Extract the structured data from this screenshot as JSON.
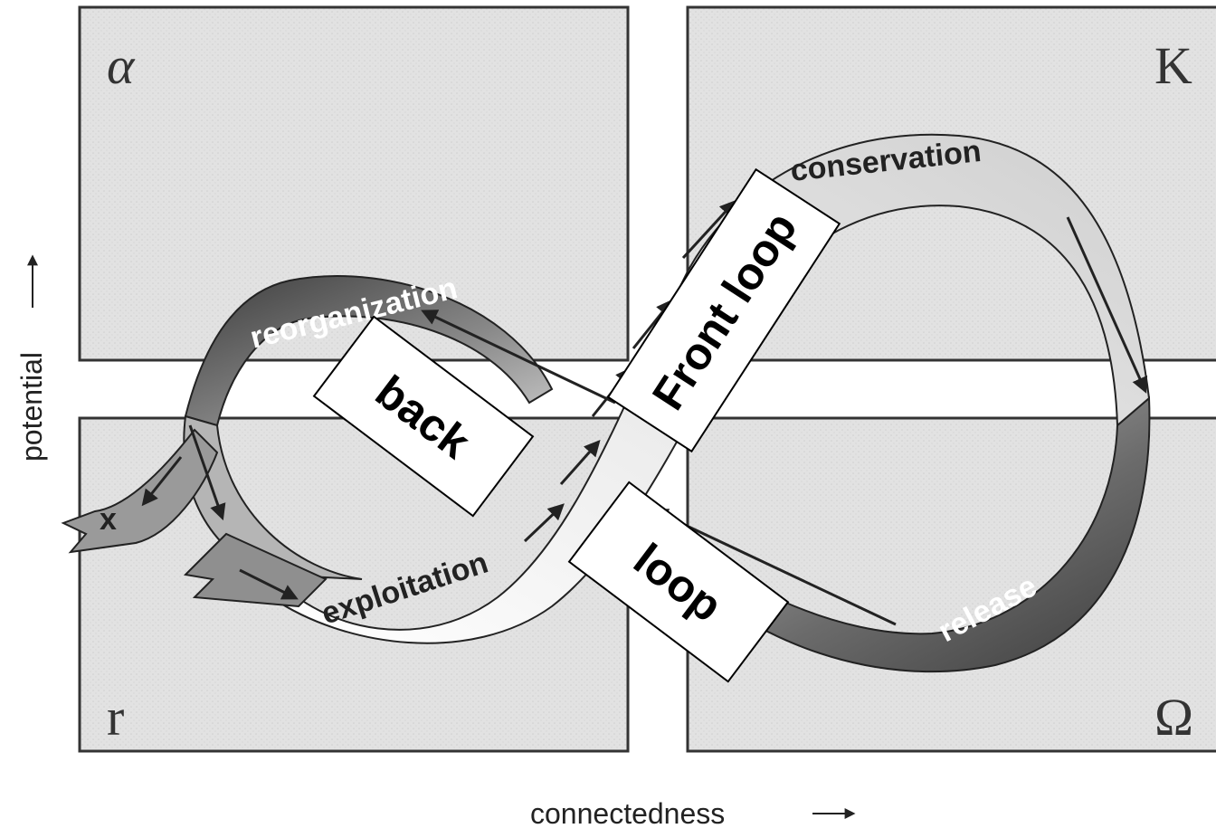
{
  "quadrants": {
    "top_left": "α",
    "top_right": "K",
    "bottom_left": "r",
    "bottom_right": "Ω"
  },
  "axes": {
    "y_label": "potential",
    "x_label": "connectedness"
  },
  "band_labels": {
    "reorganization": "reorganization",
    "conservation": "conservation",
    "exploitation": "exploitation",
    "release": "release",
    "exit": "x"
  },
  "callouts": {
    "back": "back",
    "front_loop": "Front loop",
    "loop": "loop"
  },
  "colors": {
    "panel_fill": "#e3e3e3",
    "panel_border": "#333333",
    "band_light": "#f4f4f4",
    "band_mid": "#a8a8a8",
    "band_dark": "#4a4a4a"
  }
}
